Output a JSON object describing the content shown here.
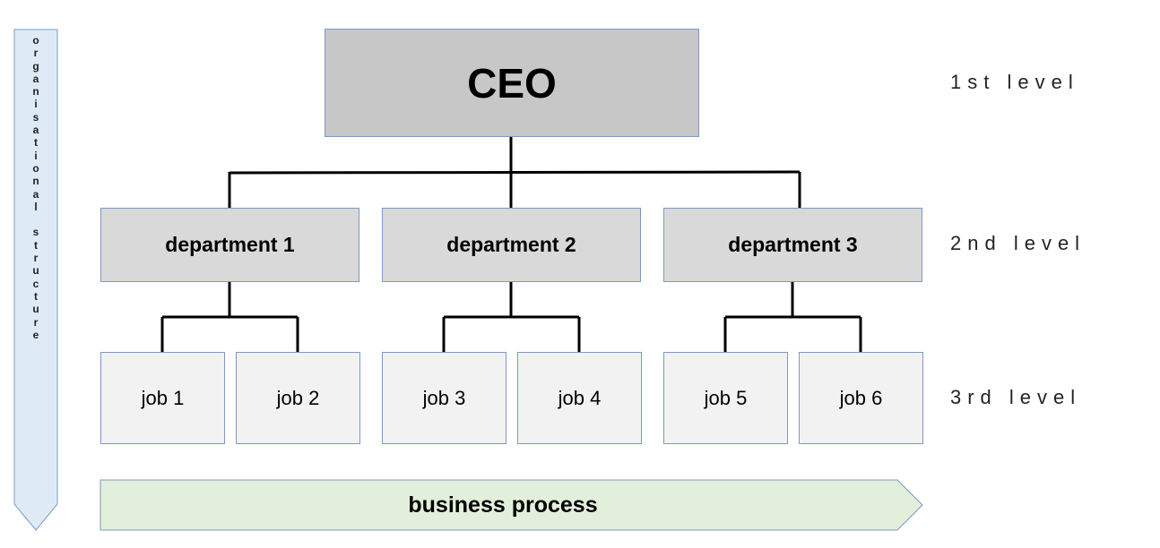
{
  "side_label": "organisational structure",
  "ceo": "CEO",
  "departments": [
    "department 1",
    "department 2",
    "department 3"
  ],
  "jobs": [
    "job 1",
    "job 2",
    "job 3",
    "job 4",
    "job 5",
    "job 6"
  ],
  "levels": [
    "1st level",
    "2nd level",
    "3rd level"
  ],
  "process_label": "business process",
  "colors": {
    "ceo_fill": "#c7c7c7",
    "department_fill": "#d9d9d9",
    "job_fill": "#f2f2f2",
    "box_border": "#7b98c4",
    "process_fill": "#e2efda",
    "side_arrow_fill": "#deebf7"
  }
}
